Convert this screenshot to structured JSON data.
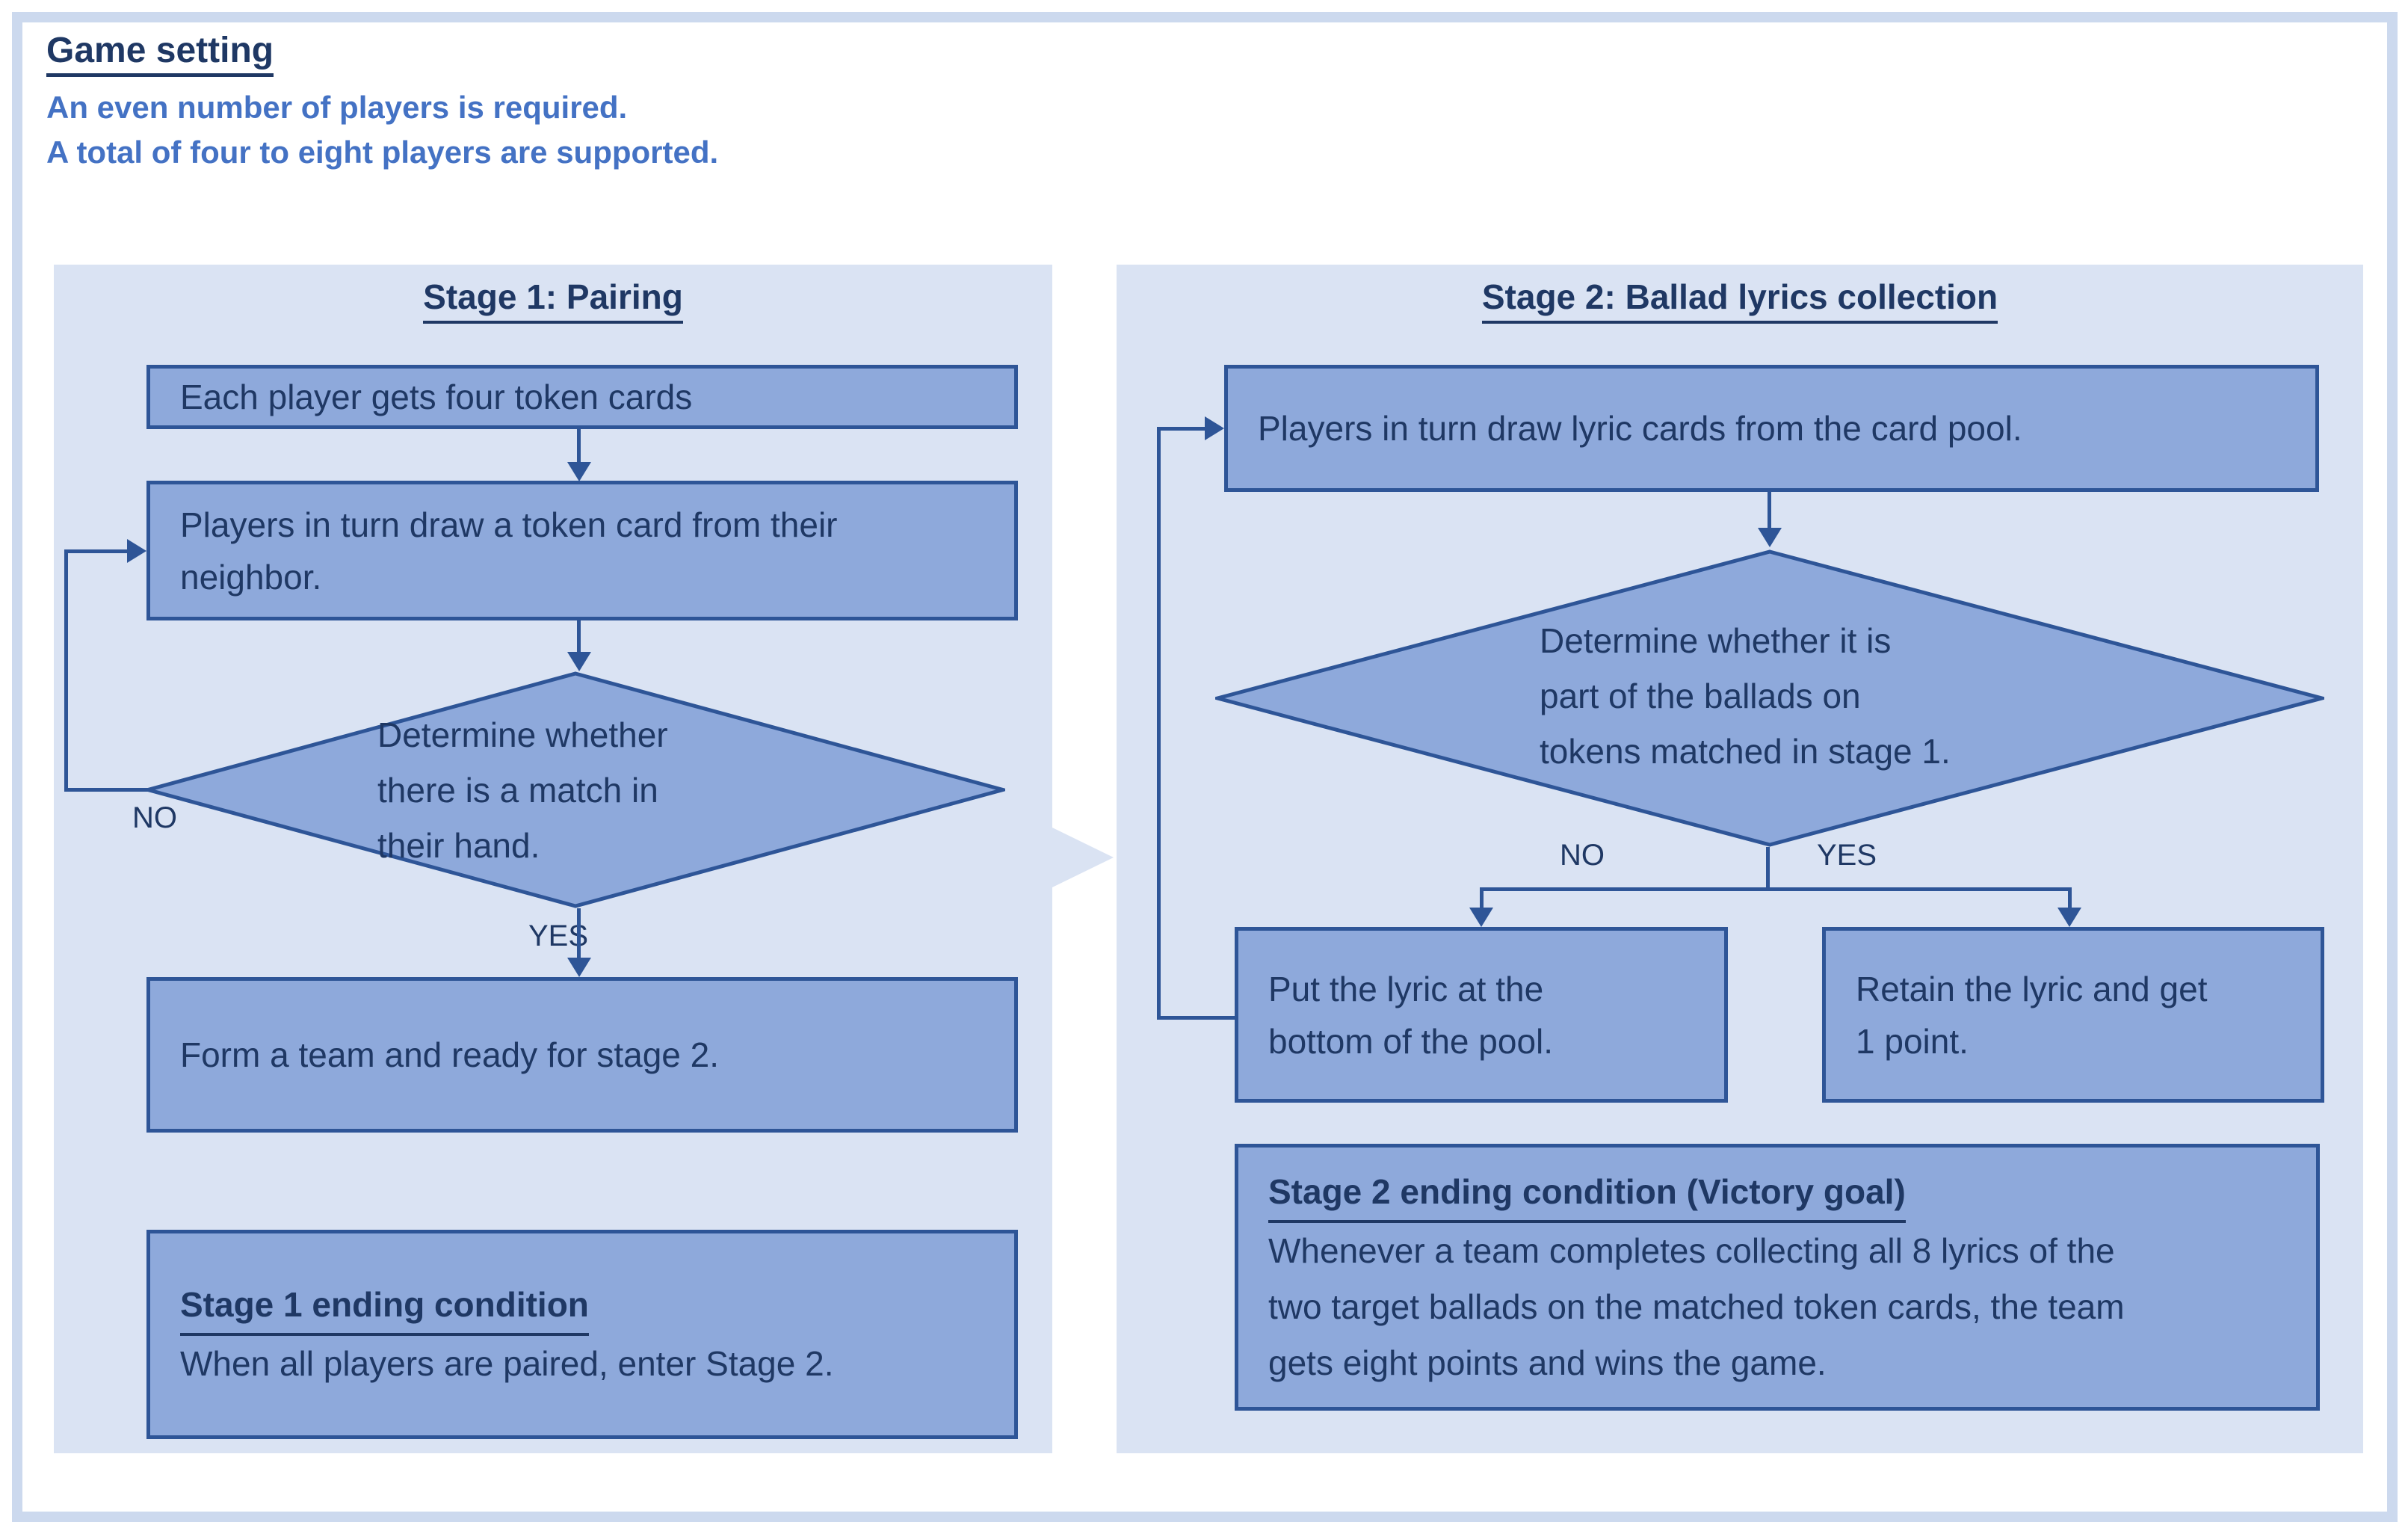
{
  "colors": {
    "page_bg": "#ffffff",
    "frame_border": "#ccd9ee",
    "panel_bg": "#dae3f3",
    "box_fill": "#8ea9db",
    "line": "#2e5597",
    "navy_text": "#1f3864",
    "header_blue": "#4472c4"
  },
  "header": {
    "title": "Game setting",
    "sub1": "An even number of players is required.",
    "sub2": "A total of four to eight players are supported."
  },
  "stage1": {
    "title": "Stage 1: Pairing",
    "box_tokens": "Each player gets four token cards",
    "box_draw": "Players in turn draw a token card from their\nneighbor.",
    "diamond": "Determine whether\nthere is a match in\ntheir hand.",
    "label_no": "NO",
    "label_yes": "YES",
    "box_team": "Form a team and ready for stage 2.",
    "ending_title": "Stage 1 ending condition",
    "ending_body": "When all players are paired, enter Stage 2."
  },
  "stage2": {
    "title": "Stage 2: Ballad lyrics collection",
    "box_draw": "Players in turn draw lyric cards from the card pool.",
    "diamond": "Determine whether it is\npart of the ballads on\ntokens matched in stage 1.",
    "label_no": "NO",
    "label_yes": "YES",
    "box_no": "Put the lyric at the\nbottom of the pool.",
    "box_yes": "Retain the lyric and get\n1 point.",
    "ending_title": "Stage 2 ending condition (Victory goal)",
    "ending_body": "Whenever a team completes collecting all 8 lyrics of the\ntwo target ballads on the matched token cards, the team\ngets eight points and wins the game."
  }
}
